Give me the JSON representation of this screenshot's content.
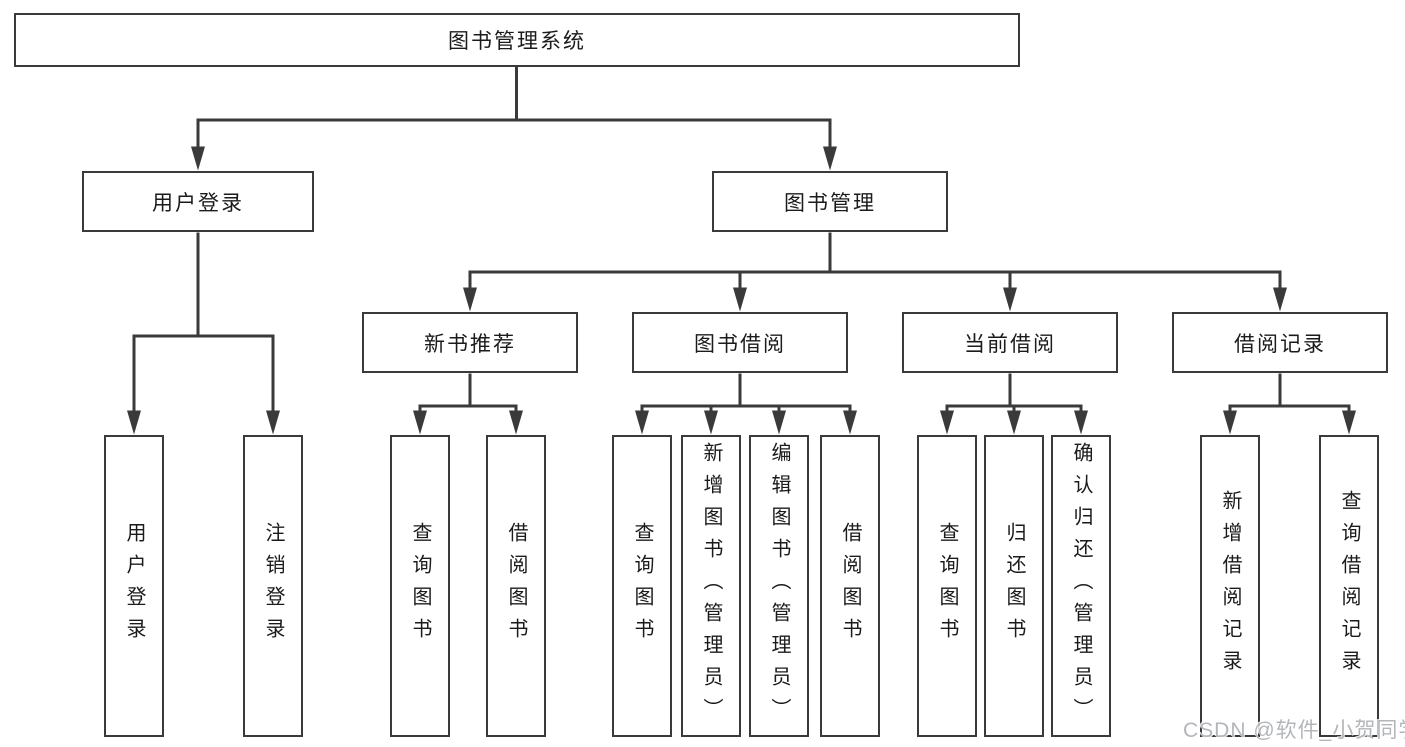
{
  "tree": {
    "label": "图书管理系统",
    "children": [
      {
        "label": "用户登录",
        "children": [
          {
            "label": "用户登录"
          },
          {
            "label": "注销登录"
          }
        ]
      },
      {
        "label": "图书管理",
        "children": [
          {
            "label": "新书推荐",
            "children": [
              {
                "label": "查询图书"
              },
              {
                "label": "借阅图书"
              }
            ]
          },
          {
            "label": "图书借阅",
            "children": [
              {
                "label": "查询图书"
              },
              {
                "label": "新增图书（管理员）"
              },
              {
                "label": "编辑图书（管理员）"
              },
              {
                "label": "借阅图书"
              }
            ]
          },
          {
            "label": "当前借阅",
            "children": [
              {
                "label": "查询图书"
              },
              {
                "label": "归还图书"
              },
              {
                "label": "确认归还（管理员）"
              }
            ]
          },
          {
            "label": "借阅记录",
            "children": [
              {
                "label": "新增借阅记录"
              },
              {
                "label": "查询借阅记录"
              }
            ]
          }
        ]
      }
    ]
  },
  "watermark": {
    "text": "CSDN @软件_小贺同学"
  },
  "colors": {
    "line": "#3a3a3a",
    "text": "#1b1b1b",
    "box_fill": "#ffffff",
    "watermark": "#b3b6ba"
  }
}
